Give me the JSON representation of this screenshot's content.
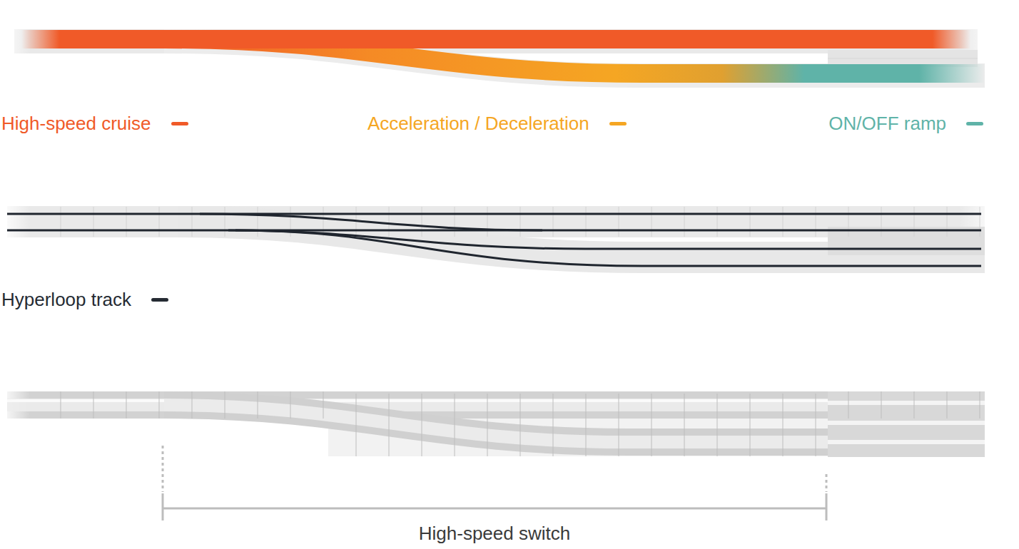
{
  "diagram": {
    "labels": [
      "High-speed switch"
    ],
    "legend": [
      {
        "text": "High-speed cruise",
        "color": "#f05a28"
      },
      {
        "text": "Acceleration / Deceleration",
        "color": "#f5a623"
      },
      {
        "text": "ON/OFF ramp",
        "color": "#5fb3a8"
      },
      {
        "text": "Hyperloop track",
        "color": "#252b33"
      }
    ]
  }
}
